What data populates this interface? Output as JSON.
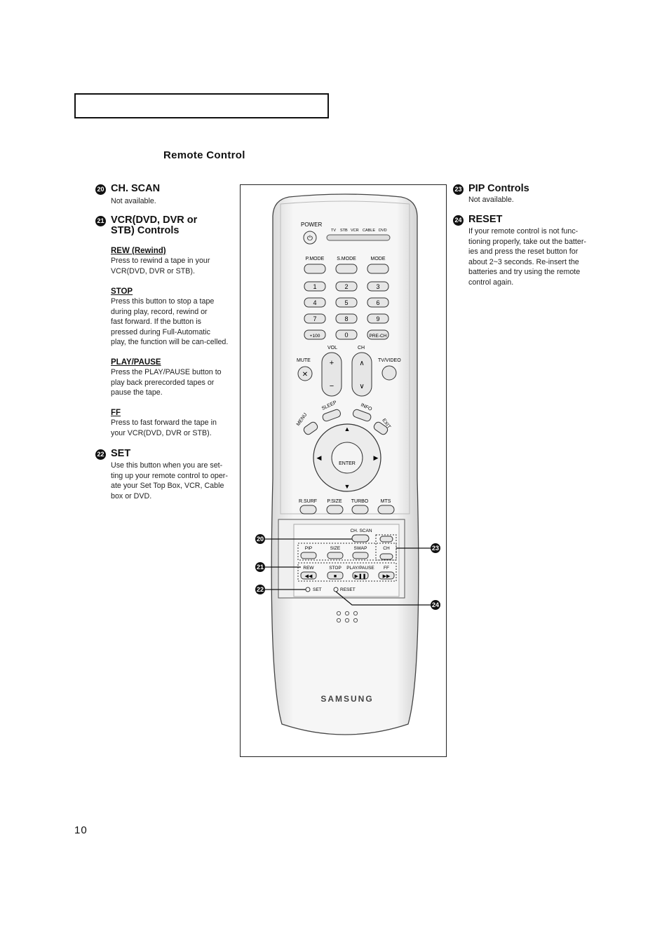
{
  "page": {
    "section_title": "Remote Control",
    "page_number": "10"
  },
  "left_items": {
    "ch_scan": {
      "num": "20",
      "title": "CH. SCAN",
      "text": "Not available."
    },
    "vcr": {
      "num": "21",
      "title_line1": "VCR(DVD, DVR or",
      "title_line2": "STB) Controls",
      "rew": {
        "head": "REW (Rewind)",
        "lines": [
          "Press to rewind a tape in your",
          "VCR(DVD, DVR or STB)."
        ]
      },
      "stop": {
        "head": "STOP",
        "lines": [
          "Press this button to stop a tape",
          "during play, record, rewind or",
          "fast forward. If the button is",
          "pressed during Full-Automatic",
          "play, the function will be can-celled."
        ]
      },
      "playpause": {
        "head": "PLAY/PAUSE",
        "lines": [
          "Press the PLAY/PAUSE button to",
          "play back prerecorded tapes or",
          "pause the tape."
        ]
      },
      "ff": {
        "head": "FF",
        "lines": [
          "Press to fast forward the tape in",
          "your VCR(DVD, DVR or STB)."
        ]
      }
    },
    "set": {
      "num": "22",
      "title": "SET",
      "lines": [
        "Use this button when you are  set-",
        "ting up your remote control to oper-",
        "ate your Set Top Box, VCR, Cable",
        "box or DVD."
      ]
    }
  },
  "right_items": {
    "pip": {
      "num": "23",
      "title": "PIP Controls",
      "text": "Not available."
    },
    "reset": {
      "num": "24",
      "title": "RESET",
      "lines": [
        "If your remote control is not func-",
        "tioning properly, take out the batter-",
        "ies and press the reset button for",
        "about 2~3 seconds. Re-insert the",
        "batteries and try using the remote",
        "control again."
      ]
    }
  },
  "remote": {
    "power": "POWER",
    "modes": [
      "TV",
      "STB",
      "VCR",
      "CABLE",
      "DVD"
    ],
    "row_modes": [
      "P.MODE",
      "S.MODE",
      "MODE"
    ],
    "digits": [
      "1",
      "2",
      "3",
      "4",
      "5",
      "6",
      "7",
      "8",
      "9",
      "+100",
      "0",
      "PRE-CH"
    ],
    "mute": "MUTE",
    "vol": "VOL",
    "ch": "CH",
    "tv_video": "TV/VIDEO",
    "sleep": "SLEEP",
    "info": "INFO",
    "menu": "MENU",
    "exit": "EXIT",
    "enter": "ENTER",
    "bottom_row": [
      "R.SURF",
      "P.SIZE",
      "TURBO",
      "MTS"
    ],
    "ch_scan": "CH. SCAN",
    "pip_row": [
      "PIP",
      "SIZE",
      "SWAP",
      "CH"
    ],
    "vcr_row": [
      "REW",
      "STOP",
      "PLAY/PAUSE",
      "FF"
    ],
    "set": "SET",
    "reset": "RESET",
    "brand": "SAMSUNG",
    "callouts": [
      "20",
      "21",
      "22",
      "23",
      "24"
    ]
  },
  "colors": {
    "ink": "#111111",
    "remote_body": "#f2f2f2",
    "button": "#e6e6e6"
  }
}
